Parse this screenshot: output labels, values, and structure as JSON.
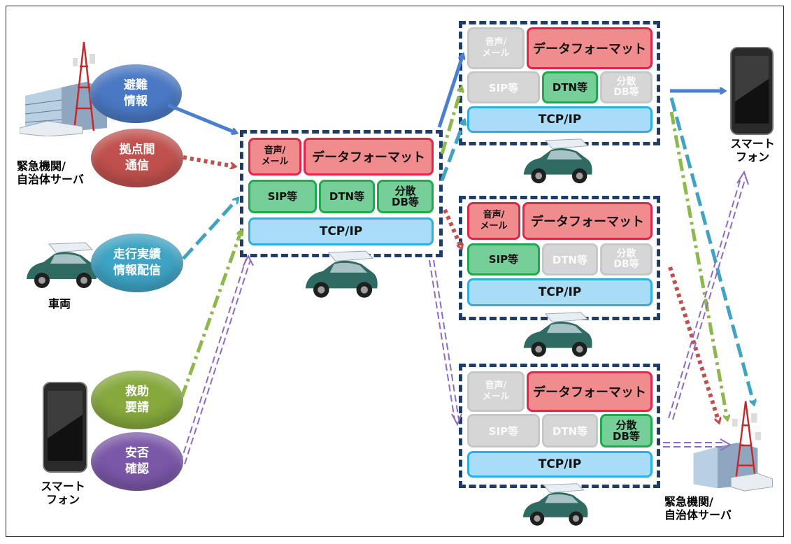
{
  "bubbles": {
    "evac": "避難\n情報",
    "inter": "拠点間\n通信",
    "drive": "走行実績\n情報配信",
    "rescue": "救助\n要請",
    "safety": "安否\n確認"
  },
  "labels": {
    "gov_left": "緊急機関/\n自治体サーバ",
    "vehicle": "車両",
    "phone_left": "スマート\nフォン",
    "phone_right": "スマート\nフォン",
    "gov_right": "緊急機関/\n自治体サーバ"
  },
  "layers": {
    "voice": "音声/\nメール",
    "format": "データフォーマット",
    "sip": "SIP等",
    "dtn": "DTN等",
    "db": "分散\nDB等",
    "tcp": "TCP/IP"
  },
  "colors": {
    "frame_dash": "#1f3d6b",
    "arrow_blue": "#4a7fd0",
    "arrow_red": "#c0504d",
    "arrow_teal": "#3ea3c4",
    "arrow_green": "#8db84a",
    "arrow_purple": "#8e6bbf"
  }
}
